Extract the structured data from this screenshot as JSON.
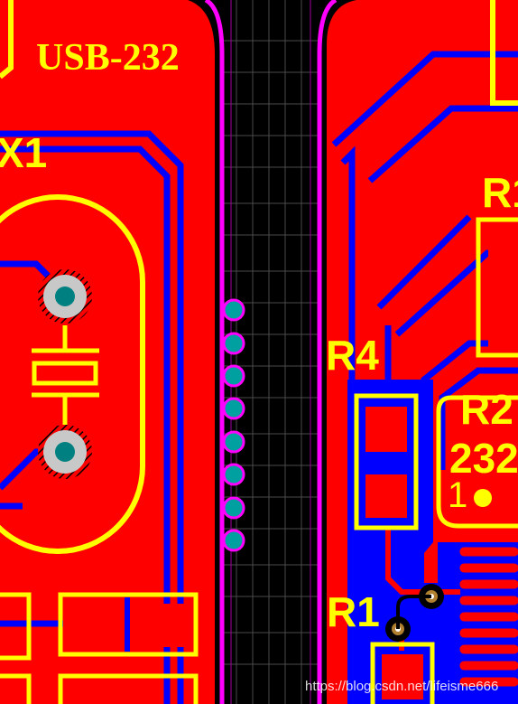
{
  "board": {
    "title": "USB-232",
    "designators": {
      "x1": "X1",
      "r4": "R4",
      "r2": "R2",
      "r2_value": "232",
      "pin1": "1",
      "r1": "R1",
      "r_top": "R1"
    }
  },
  "colors": {
    "top_copper": "#ff0000",
    "bottom_copper": "#0000ff",
    "silkscreen": "#ffff00",
    "keepout": "#ff00ff",
    "background": "#000000",
    "pad_fill": "#c8c8c8",
    "via_fill": "#008080",
    "grid": "#555555"
  },
  "watermark": "https://blog.csdn.net/lifeisme666"
}
